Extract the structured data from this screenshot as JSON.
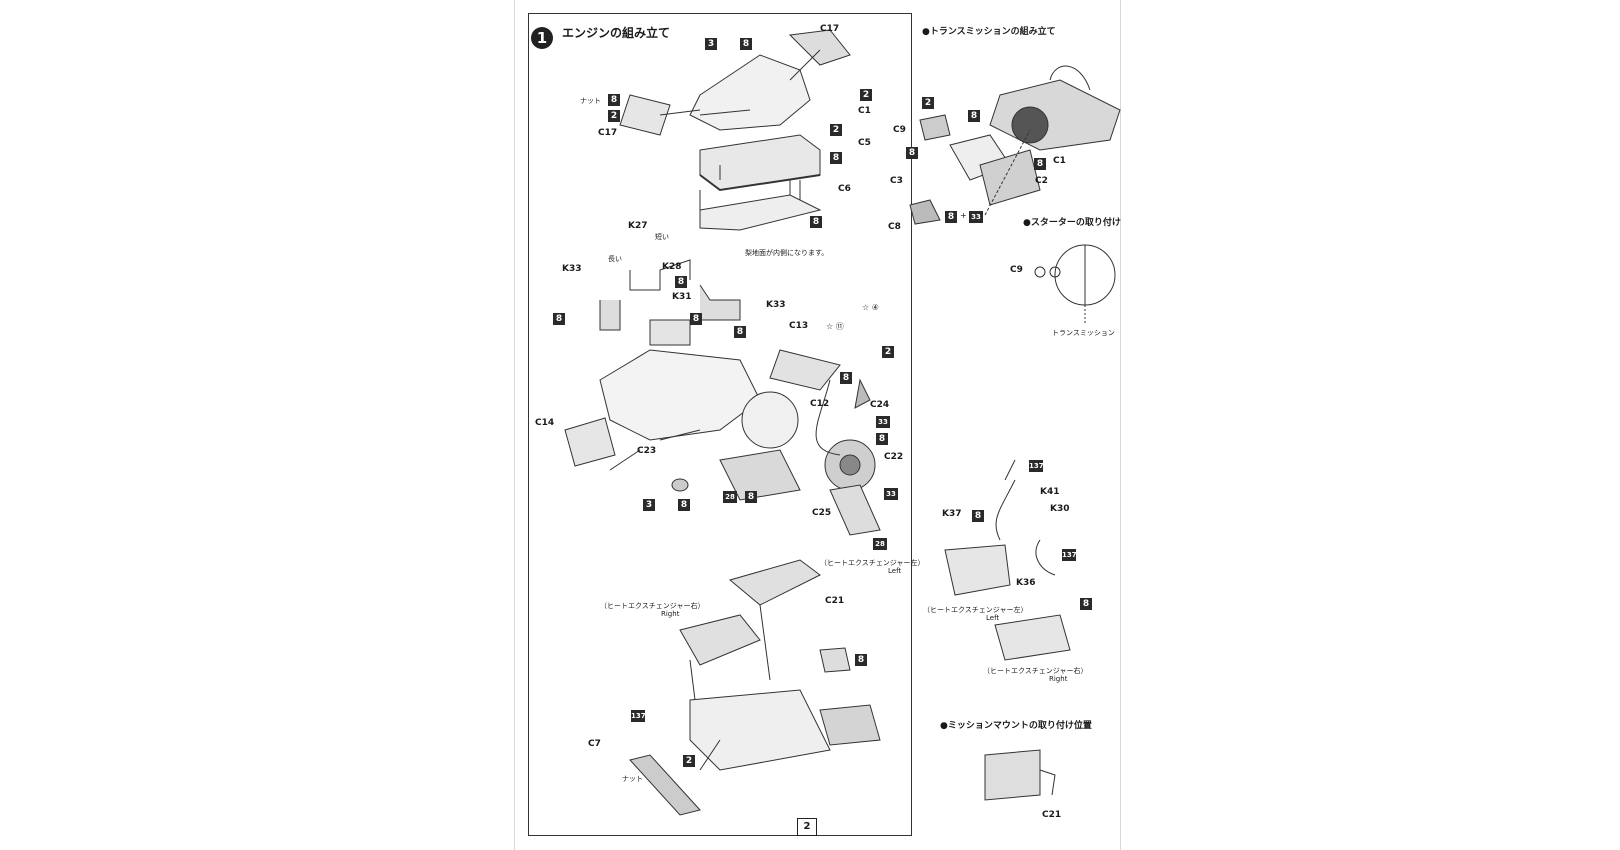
{
  "step": {
    "number": "1",
    "title": "エンジンの組み立て"
  },
  "page_number": "2",
  "notes": {
    "inside": "梨地面が内側になります。"
  },
  "short_words": {
    "short": "短い",
    "long": "長い",
    "nut": "ナット"
  },
  "sections": {
    "transmission": "●トランスミッションの組み立て",
    "starter": "●スターターの取り付け",
    "starter_transmission": "トランスミッション",
    "mission_mount": "●ミッションマウントの取り付け位置"
  },
  "heat_exchanger": {
    "left_jp": "（ヒートエクスチェンジャー左）",
    "left_en": "Left",
    "right_jp": "（ヒートエクスチェンジャー右）",
    "right_en": "Right"
  },
  "parts": {
    "c17_top": "C17",
    "c1": "C1",
    "c5": "C5",
    "c6": "C6",
    "c17_left": "C17",
    "k27": "K27",
    "k28": "K28",
    "k31": "K31",
    "k33_left": "K33",
    "k33_right": "K33",
    "c13": "C13",
    "c24": "C24",
    "c12": "C12",
    "c14": "C14",
    "c22": "C22",
    "c23": "C23",
    "c25": "C25",
    "c21": "C21",
    "c7": "C7",
    "c9": "C9",
    "c1_r": "C1",
    "c2": "C2",
    "c3": "C3",
    "c8": "C8",
    "c9_starter": "C9",
    "k41": "K41",
    "k37": "K37",
    "k30": "K30",
    "k36": "K36",
    "c21_r": "C21"
  },
  "codes": {
    "a3": "3",
    "a8": "8",
    "n8": "8",
    "n2": "2",
    "r2a": "2",
    "r2b": "2",
    "c5_8": "8",
    "c6_8": "8",
    "k28_8": "8",
    "k31_8": "8",
    "k33l_8": "8",
    "k33r_8": "8",
    "c24_2": "2",
    "c24_8": "8",
    "c22_33": "33",
    "c22_8": "8",
    "c25_33": "33",
    "c25_28": "28",
    "mid_28": "28",
    "mid_8": "8",
    "c23_3": "3",
    "c23_8": "8",
    "c21_8": "8",
    "c7_137": "137",
    "c7_2": "2",
    "t2": "2",
    "t8": "8",
    "t8b": "8",
    "t8c": "8",
    "t8d": "8",
    "t33": "33",
    "k41_137": "137",
    "k37_8": "8",
    "k30_137": "137",
    "k36_8": "8"
  },
  "stars": {
    "s11": "☆ ⑪",
    "s4": "☆ ④",
    "plus": "+"
  }
}
